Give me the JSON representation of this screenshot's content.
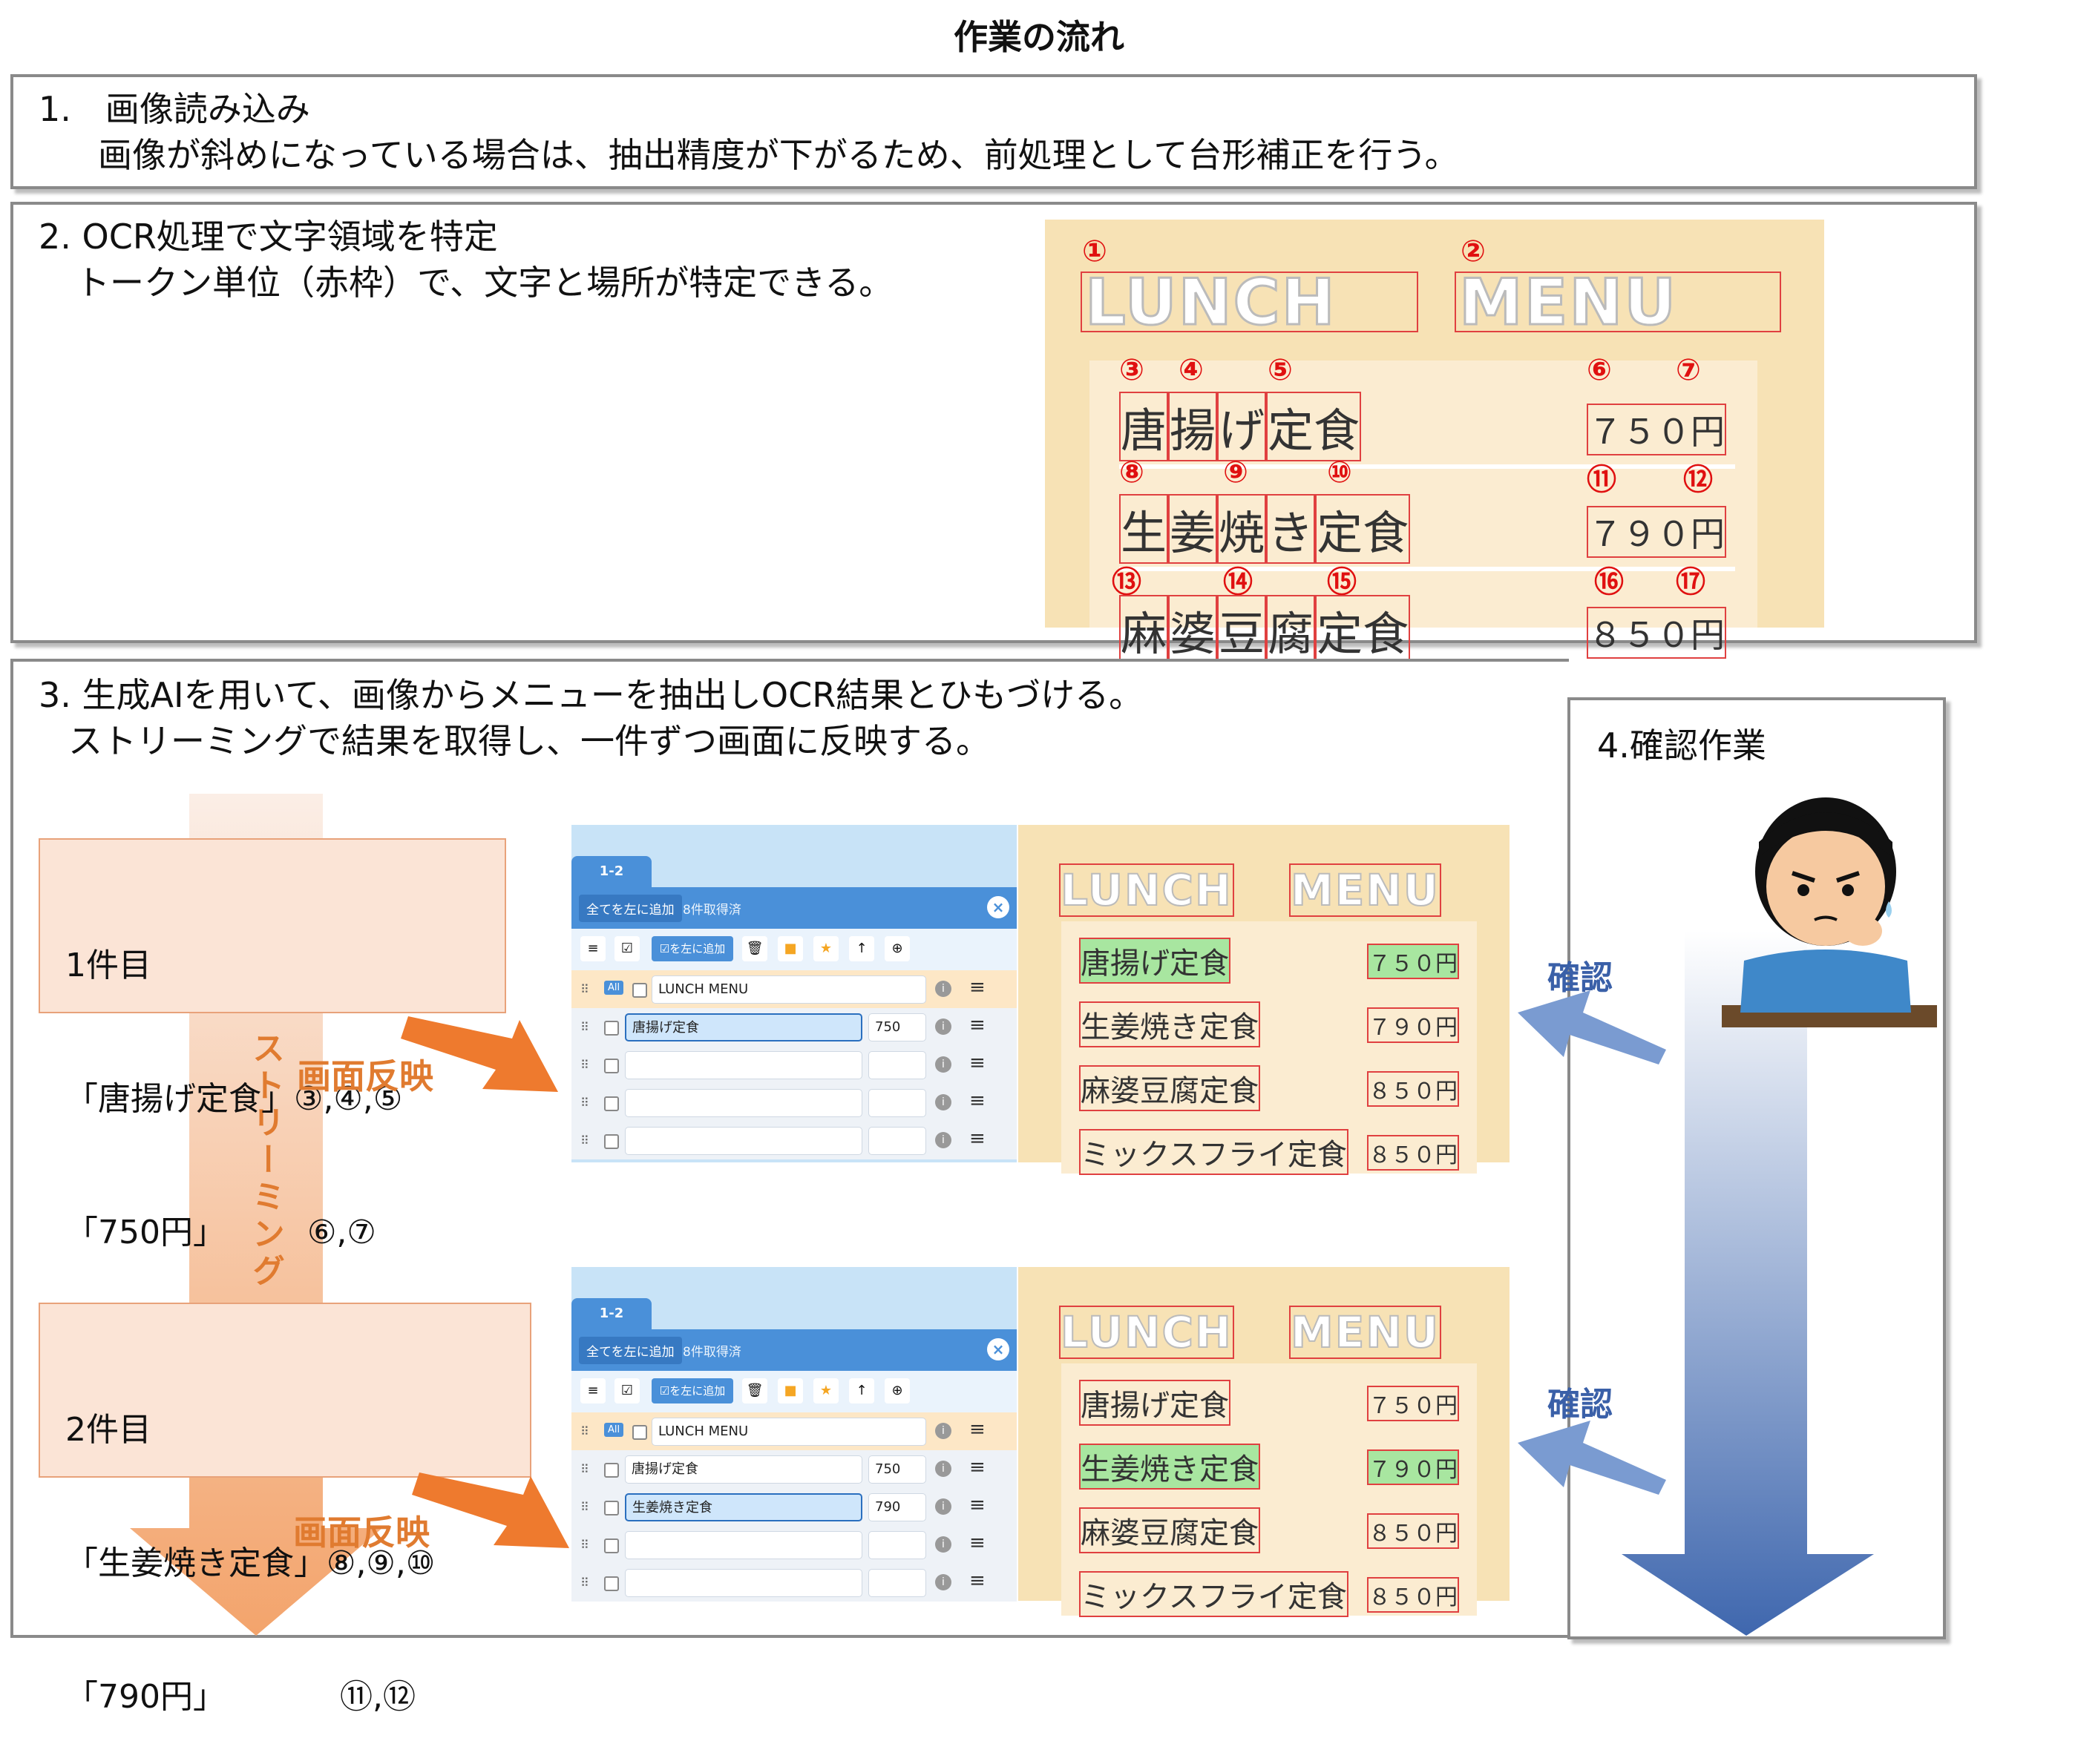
{
  "title": "作業の流れ",
  "step1": {
    "line1": "1.　画像読み込み",
    "line2": "画像が斜めになっている場合は、抽出精度が下がるため、前処理として台形補正を行う。"
  },
  "step2": {
    "line1": "2. OCR処理で文字領域を特定",
    "line2": "トークン単位（赤枠）で、文字と場所が特定できる。"
  },
  "step3": {
    "line1": "3. 生成AIを用いて、画像からメニューを抽出しOCR結果とひもづける。",
    "line2": "ストリーミングで結果を取得し、一件ずつ画面に反映する。"
  },
  "step4": {
    "label": "4.確認作業",
    "confirm": "確認"
  },
  "streaming_label": "ストリーミング",
  "reflect_label": "画面反映",
  "items": [
    {
      "heading": "1件目",
      "line1": "「唐揚げ定食」③,④,⑤",
      "line2": "「750円」　　　⑥,⑦"
    },
    {
      "heading": "2件目",
      "line1": "「生姜焼き定食」⑧,⑨,⑩",
      "line2": "「790円」　　　　⑪,⑫"
    }
  ],
  "menu": {
    "title1": "LUNCH",
    "title2": "MENU",
    "rows": [
      {
        "parts": [
          "唐",
          "揚",
          "げ",
          "定食"
        ],
        "price": "７５０円"
      },
      {
        "parts": [
          "生",
          "姜",
          "焼",
          "き",
          "定食"
        ],
        "price": "７９０円"
      },
      {
        "parts": [
          "麻",
          "婆",
          "豆",
          "腐",
          "定食"
        ],
        "price": "８５０円"
      },
      {
        "parts": [
          "ミックス",
          "フライ",
          "定食"
        ],
        "price": "８５０円"
      }
    ],
    "ocr_numbers": [
      "①",
      "②",
      "③",
      "④",
      "⑤",
      "⑥",
      "⑦",
      "⑧",
      "⑨",
      "⑩",
      "⑪",
      "⑫",
      "⑬",
      "⑭",
      "⑮",
      "⑯",
      "⑰"
    ]
  },
  "app": {
    "tab": "1-2",
    "add_all": "全てを左に追加",
    "fetched": "8件取得済",
    "add_left": "☑を左に追加",
    "all_badge": "All",
    "header_row": "LUNCH MENU",
    "rows1": [
      {
        "name": "唐揚げ定食",
        "price": "750"
      }
    ],
    "rows2": [
      {
        "name": "唐揚げ定食",
        "price": "750"
      },
      {
        "name": "生姜焼き定食",
        "price": "790"
      }
    ]
  },
  "colors": {
    "ocr_box": "#e04040",
    "highlight": "#a8e6a0",
    "orange": "#e07b30",
    "blue": "#3a60a8"
  }
}
